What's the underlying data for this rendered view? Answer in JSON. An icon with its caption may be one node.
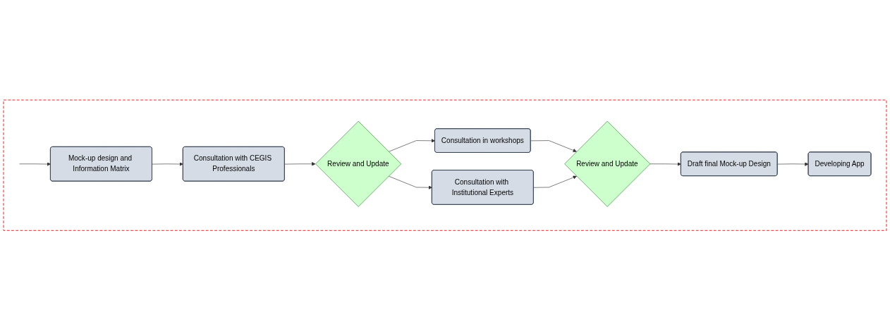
{
  "diagram": {
    "nodes": [
      {
        "text": [],
        "shape": "box"
      },
      {
        "text": [
          "Mock-up design and Information Matrix"
        ],
        "in": 0
      },
      {
        "text": [
          "Consultation with CEGIS Professionals"
        ],
        "in": 0
      },
      {
        "text": [
          "Consultation in workshops"
        ],
        "in": 0
      },
      {
        "text": [
          "Review and Update"
        ],
        "in": 0
      },
      {
        "text": [
          "Review and Update"
        ],
        "in": 0
      },
      {
        "text": [
          "Developing App"
        ],
        "in": 0
      },
      {
        "text": [
          "Draft final Mock-up Design"
        ],
        "in": 0
      },
      {
        "text": [
          "Consultation with Institutional Experts"
        ],
        "in": 0
      }
    ],
    "edges": [
      {
        "from": null,
        "to": 1,
        "arrow": "to"
      },
      {
        "from": 1,
        "to": 2,
        "arrow": "to"
      },
      {
        "from": 2,
        "to": 5,
        "arrow": "to"
      },
      {
        "from": 5,
        "to": 3,
        "arrow": "to"
      },
      {
        "from": 3,
        "to": 4,
        "arrow": "to"
      },
      {
        "from": 5,
        "to": 8,
        "arrow": "to"
      },
      {
        "from": 8,
        "to": 4,
        "arrow": "to"
      },
      {
        "from": 4,
        "to": 7,
        "arrow": "to"
      },
      {
        "from": 7,
        "to": 6,
        "arrow": "to"
      }
    ]
  }
}
